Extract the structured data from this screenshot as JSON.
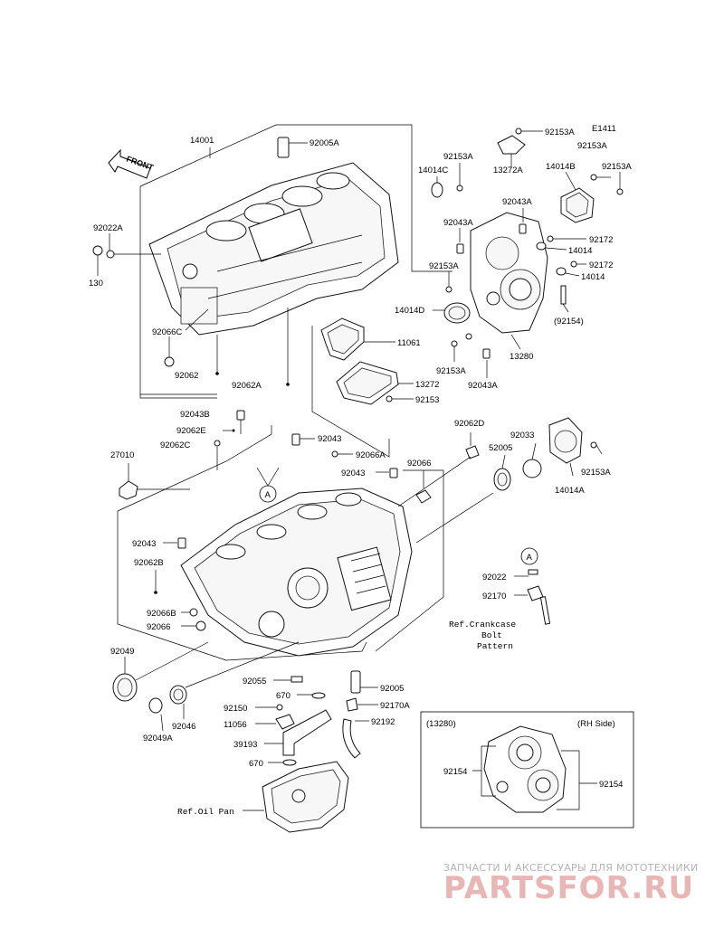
{
  "header": {
    "diagram_code": "E1411",
    "front_label": "FRONT"
  },
  "labels": {
    "l14001": "14001",
    "l92005A": "92005A",
    "l92022A": "92022A",
    "l130": "130",
    "l92066C": "92066C",
    "l92062": "92062",
    "l92062A": "92062A",
    "l11061": "11061",
    "l13272": "13272",
    "l92153": "92153",
    "l92153A_top": "92153A",
    "l13272A": "13272A",
    "l92153A_a": "92153A",
    "l14014C": "14014C",
    "l92153A_b": "92153A",
    "l14014B": "14014B",
    "l92153A_c": "92153A",
    "l92043A_a": "92043A",
    "l92043A_b": "92043A",
    "l92172_a": "92172",
    "l14014_a": "14014",
    "l92153A_d": "92153A",
    "l92172_b": "92172",
    "l14014_b": "14014",
    "l14014D": "14014D",
    "l92154_paren": "(92154)",
    "l13280": "13280",
    "l92153A_e": "92153A",
    "l92043A_c": "92043A",
    "l92043B": "92043B",
    "l92062E": "92062E",
    "l92062C": "92062C",
    "l92043_a": "92043",
    "l92066A": "92066A",
    "l27010": "27010",
    "l92043_b": "92043",
    "l92066": "92066",
    "l92062D": "92062D",
    "l92033": "92033",
    "l52005": "52005",
    "l92153A_f": "92153A",
    "l14014A": "14014A",
    "l92043_c": "92043",
    "l92062B": "92062B",
    "l92066B": "92066B",
    "l92066_b": "92066",
    "l92049": "92049",
    "l92022": "92022",
    "l92170": "92170",
    "ref_crankcase_1": "Ref.Crankcase",
    "ref_crankcase_2": "Bolt",
    "ref_crankcase_3": "Pattern",
    "l92055": "92055",
    "l92005": "92005",
    "l670_a": "670",
    "l92150": "92150",
    "l92170A": "92170A",
    "l11056": "11056",
    "l92192": "92192",
    "l39193": "39193",
    "l670_b": "670",
    "l92049A": "92049A",
    "l92046": "92046",
    "ref_oil_pan": "Ref.Oil Pan",
    "callout_A_1": "A",
    "callout_A_2": "A"
  },
  "inset": {
    "title": "(13280)",
    "side": "(RH Side)",
    "left_label": "92154",
    "right_label": "92154"
  },
  "watermark": {
    "line1": "ЗАПЧАСТИ И АКСЕССУАРЫ ДЛЯ МОТОТЕХНИКИ",
    "line2": "PARTSFOR.RU",
    "color": "#e9b6b6"
  }
}
